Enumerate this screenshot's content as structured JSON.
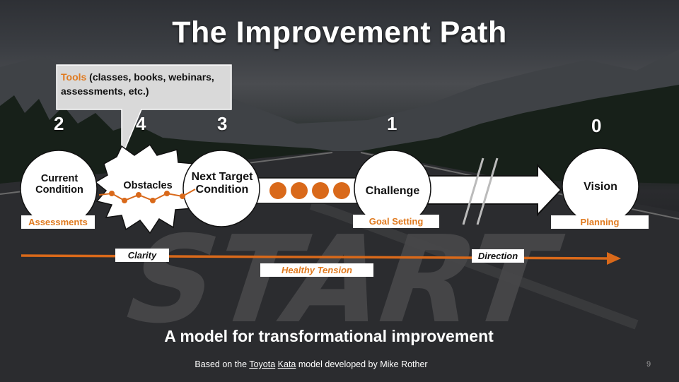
{
  "title": "The Improvement Path",
  "callout": {
    "highlight": "Tools",
    "text": " (classes, books, webinars, assessments, etc.)"
  },
  "stage_numbers": [
    "2",
    "4",
    "3",
    "1",
    "0"
  ],
  "nodes": {
    "current_condition": "Current Condition",
    "obstacles": "Obstacles",
    "next_target_condition": "Next Target Condition",
    "challenge": "Challenge",
    "vision": "Vision"
  },
  "tags": {
    "assessments": "Assessments",
    "goal_setting": "Goal Setting",
    "planning": "Planning"
  },
  "axis_labels": {
    "clarity": "Clarity",
    "direction": "Direction",
    "healthy_tension": "Healthy Tension"
  },
  "road_marking": "START",
  "subtitle": "A model for transformational improvement",
  "credit": {
    "prefix": "Based on the ",
    "link1": "Toyota",
    "space": " ",
    "link2": "Kata",
    "suffix": " model developed by Mike Rother"
  },
  "page_number": "9",
  "colors": {
    "accent": "#e07a1f",
    "text": "#111111",
    "white": "#ffffff"
  }
}
